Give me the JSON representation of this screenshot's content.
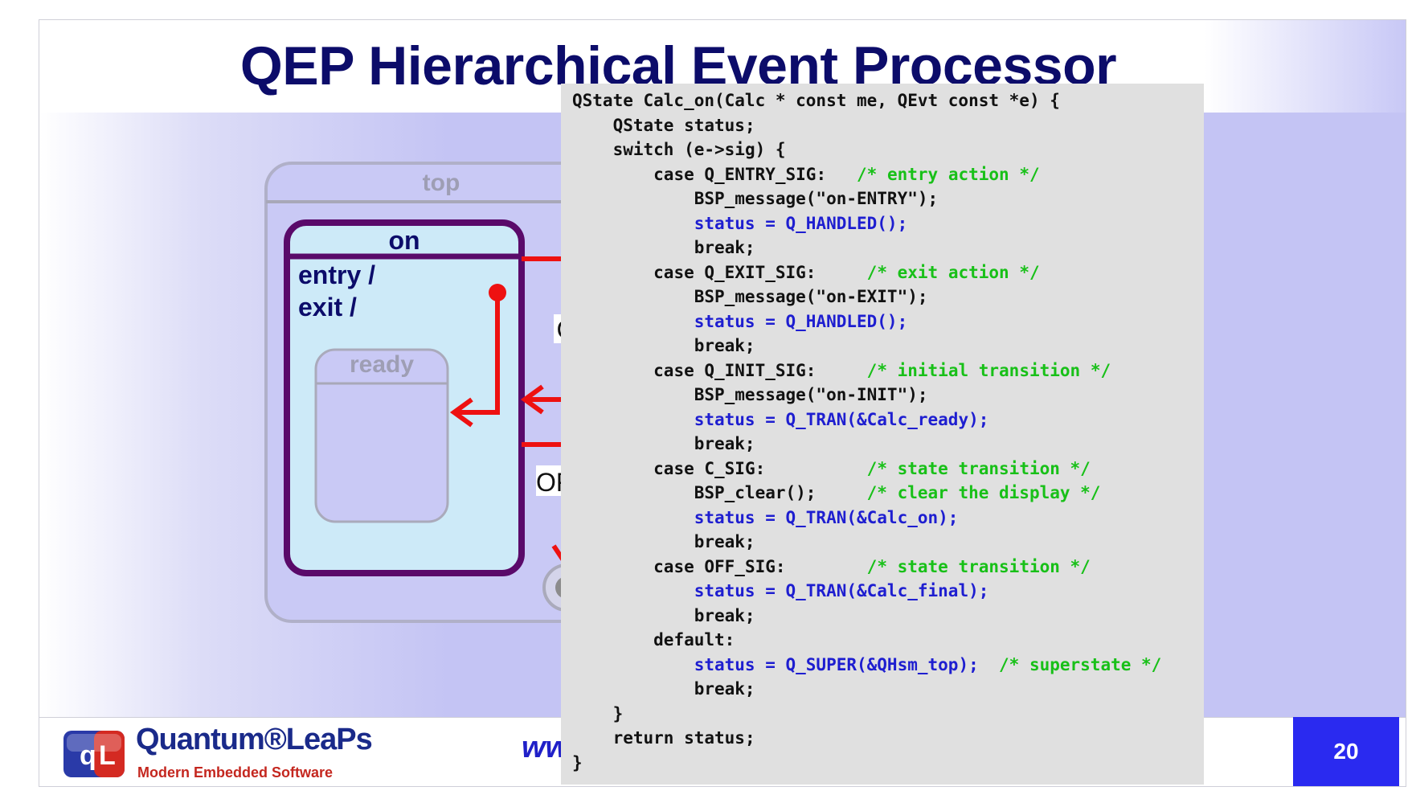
{
  "slide": {
    "title": "QEP Hierarchical Event Processor",
    "page_number": "20"
  },
  "diagram": {
    "outer_state": "top",
    "on_state": "on",
    "on_actions": [
      "entry /",
      "exit /"
    ],
    "inner_state": "ready",
    "transitions": [
      {
        "label": "C"
      },
      {
        "label": "OFF"
      }
    ]
  },
  "footer": {
    "logo_name": "Quantum®LeaPs",
    "logo_tagline": "Modern Embedded Software",
    "url_visible": "www"
  },
  "code": {
    "lines": [
      {
        "indent": 0,
        "text": "QState Calc_on(Calc * const me, QEvt const *e) {",
        "style": "plain",
        "comment": ""
      },
      {
        "indent": 4,
        "text": "QState status;",
        "style": "plain",
        "comment": ""
      },
      {
        "indent": 4,
        "text": "switch (e->sig) {",
        "style": "plain",
        "comment": ""
      },
      {
        "indent": 8,
        "text": "case Q_ENTRY_SIG:   ",
        "style": "plain",
        "comment": "/* entry action */"
      },
      {
        "indent": 12,
        "text": "BSP_message(\"on-ENTRY\");",
        "style": "plain",
        "comment": ""
      },
      {
        "indent": 12,
        "text": "status = Q_HANDLED();",
        "style": "blue",
        "comment": ""
      },
      {
        "indent": 12,
        "text": "break;",
        "style": "plain",
        "comment": ""
      },
      {
        "indent": 8,
        "text": "case Q_EXIT_SIG:     ",
        "style": "plain",
        "comment": "/* exit action */"
      },
      {
        "indent": 12,
        "text": "BSP_message(\"on-EXIT\");",
        "style": "plain",
        "comment": ""
      },
      {
        "indent": 12,
        "text": "status = Q_HANDLED();",
        "style": "blue",
        "comment": ""
      },
      {
        "indent": 12,
        "text": "break;",
        "style": "plain",
        "comment": ""
      },
      {
        "indent": 8,
        "text": "case Q_INIT_SIG:     ",
        "style": "plain",
        "comment": "/* initial transition */"
      },
      {
        "indent": 12,
        "text": "BSP_message(\"on-INIT\");",
        "style": "plain",
        "comment": ""
      },
      {
        "indent": 12,
        "text": "status = Q_TRAN(&Calc_ready);",
        "style": "blue",
        "comment": ""
      },
      {
        "indent": 12,
        "text": "break;",
        "style": "plain",
        "comment": ""
      },
      {
        "indent": 8,
        "text": "case C_SIG:          ",
        "style": "plain",
        "comment": "/* state transition */"
      },
      {
        "indent": 12,
        "text": "BSP_clear();     ",
        "style": "plain",
        "comment": "/* clear the display */"
      },
      {
        "indent": 12,
        "text": "status = Q_TRAN(&Calc_on);",
        "style": "blue",
        "comment": ""
      },
      {
        "indent": 12,
        "text": "break;",
        "style": "plain",
        "comment": ""
      },
      {
        "indent": 8,
        "text": "case OFF_SIG:        ",
        "style": "plain",
        "comment": "/* state transition */"
      },
      {
        "indent": 12,
        "text": "status = Q_TRAN(&Calc_final);",
        "style": "blue",
        "comment": ""
      },
      {
        "indent": 12,
        "text": "break;",
        "style": "plain",
        "comment": ""
      },
      {
        "indent": 8,
        "text": "default:",
        "style": "plain",
        "comment": ""
      },
      {
        "indent": 12,
        "text": "status = Q_SUPER(&QHsm_top);  ",
        "style": "blue",
        "comment": "/* superstate */"
      },
      {
        "indent": 12,
        "text": "break;",
        "style": "plain",
        "comment": ""
      },
      {
        "indent": 4,
        "text": "}",
        "style": "plain",
        "comment": ""
      },
      {
        "indent": 4,
        "text": "return status;",
        "style": "plain",
        "comment": ""
      },
      {
        "indent": 0,
        "text": "}",
        "style": "plain",
        "comment": ""
      }
    ]
  },
  "colors": {
    "title": "#0c0c6a",
    "arrow": "#ee1111",
    "on_state_border": "#5a0a6a",
    "comment": "#18c018",
    "status_code": "#1e1ed0",
    "page_badge": "#2a2af0"
  }
}
